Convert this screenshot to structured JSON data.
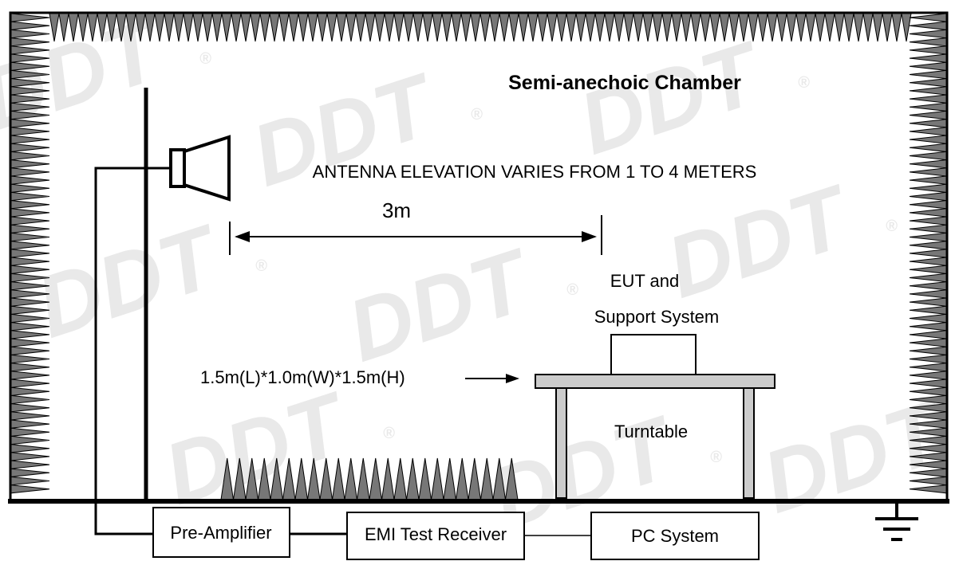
{
  "chamber": {
    "title": "Semi-anechoic Chamber",
    "antenna_note": "ANTENNA ELEVATION VARIES FROM 1 TO 4 METERS",
    "distance_label": "3m",
    "eut_line1": "EUT and",
    "eut_line2": "Support System",
    "table_dims": "1.5m(L)*1.0m(W)*1.5m(H)",
    "turntable_label": "Turntable"
  },
  "equipment": {
    "preamp": "Pre-Amplifier",
    "receiver": "EMI Test Receiver",
    "pc": "PC System"
  },
  "watermark": {
    "text": "DDT",
    "mark": "®"
  },
  "colors": {
    "line": "#000000",
    "absorber": "#777777",
    "table": "#cccccc",
    "watermark": "#e9e9e9"
  }
}
